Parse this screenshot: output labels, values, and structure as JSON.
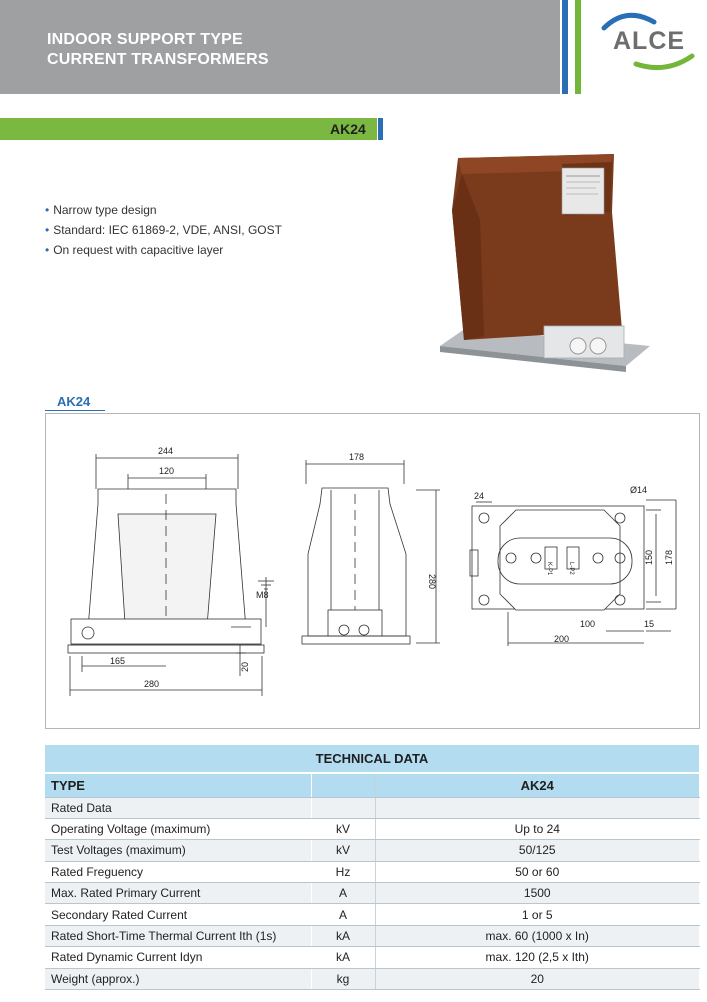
{
  "header": {
    "title_line1": "INDOOR SUPPORT TYPE",
    "title_line2": "CURRENT TRANSFORMERS",
    "logo_text": "ALCE"
  },
  "model": "AK24",
  "features": [
    "Narrow type design",
    "Standard: IEC 61869-2, VDE, ANSI, GOST",
    "On request with capacitive layer"
  ],
  "drawing": {
    "section_label": "AK24",
    "dims": {
      "front_width": "244",
      "front_inner": "120",
      "front_base_offset": "165",
      "front_base": "280",
      "front_base_height": "20",
      "ground_label": "M8",
      "side_width": "178",
      "side_height": "280",
      "top_slot": "24",
      "top_hole": "Ø14",
      "top_h1": "150",
      "top_h2": "178",
      "top_w1": "100",
      "top_w2": "15",
      "top_w3": "200"
    },
    "terminal_label_1": "K-P1",
    "terminal_label_2": "L-P2"
  },
  "table": {
    "title": "TECHNICAL DATA",
    "type_label": "TYPE",
    "type_value": "AK24",
    "rows": [
      {
        "param": "Rated Data",
        "unit": "",
        "value": ""
      },
      {
        "param": "Operating Voltage (maximum)",
        "unit": "kV",
        "value": "Up to 24"
      },
      {
        "param": "Test Voltages (maximum)",
        "unit": "kV",
        "value": "50/125"
      },
      {
        "param": "Rated Freguency",
        "unit": "Hz",
        "value": "50 or 60"
      },
      {
        "param": "Max. Rated Primary Current",
        "unit": "A",
        "value": "1500"
      },
      {
        "param": "Secondary Rated Current",
        "unit": "A",
        "value": "1 or 5"
      },
      {
        "param": "Rated Short-Time Thermal Current Ith (1s)",
        "unit": "kA",
        "value": "max. 60 (1000 x In)"
      },
      {
        "param": "Rated Dynamic Current Idyn",
        "unit": "kA",
        "value": "max. 120 (2,5 x Ith)"
      },
      {
        "param": "Weight (approx.)",
        "unit": "kg",
        "value": "20"
      }
    ]
  },
  "colors": {
    "header_gray": "#9ea0a2",
    "brand_blue": "#2a6fb5",
    "brand_green": "#72b73a",
    "table_header": "#b4dcf1",
    "transformer_brown": "#7a3a1c"
  }
}
